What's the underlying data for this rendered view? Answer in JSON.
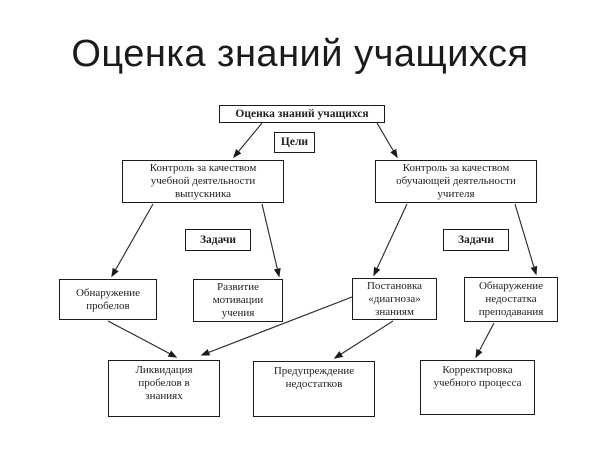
{
  "slide": {
    "title": "Оценка знаний учащихся"
  },
  "diagram": {
    "root": {
      "label": "Оценка знаний учащихся"
    },
    "stage_labels": {
      "goals": "Цели",
      "tasks_left": "Задачи",
      "tasks_right": "Задачи"
    },
    "goals": {
      "control_graduate": "Контроль за качеством\nучебной деятельности\nвыпускника",
      "control_teacher": "Контроль за качеством\nобучающей деятельности\nучителя"
    },
    "tasks": {
      "gaps_detection": "Обнаружение\nпробелов",
      "motivation_development": "Развитие\nмотивации\nучения",
      "knowledge_diagnosis": "Постановка\n«диагноза»\nзнаниям",
      "teaching_deficiency_detection": "Обнаружение\nнедостатка\nпреподавания"
    },
    "outcomes": {
      "gaps_elimination": "Ликвидация\nпробелов в\nзнаниях",
      "deficiency_prevention": "Предупреждение\nнедостатков",
      "process_correction": "Корректировка\nучебного процесса"
    }
  }
}
